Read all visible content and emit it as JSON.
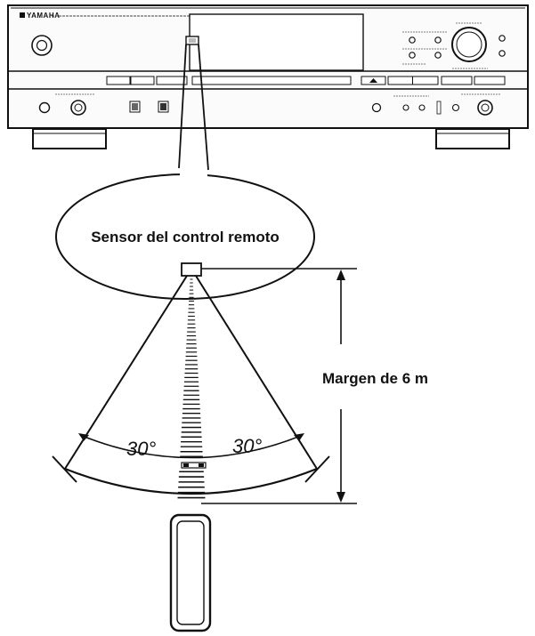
{
  "brand": "YAMAHA",
  "labels": {
    "sensor": "Sensor del control remoto",
    "range": "Margen de 6 m",
    "angle_left": "30°",
    "angle_right": "30°"
  },
  "colors": {
    "stroke": "#111111",
    "panel_fill": "#f7f7f7",
    "display_fill": "#e9e9e9"
  },
  "icons": {
    "power": "power-knob-icon",
    "jog": "jog-dial-icon",
    "sensor": "ir-sensor-icon",
    "remote": "remote-control-icon"
  }
}
